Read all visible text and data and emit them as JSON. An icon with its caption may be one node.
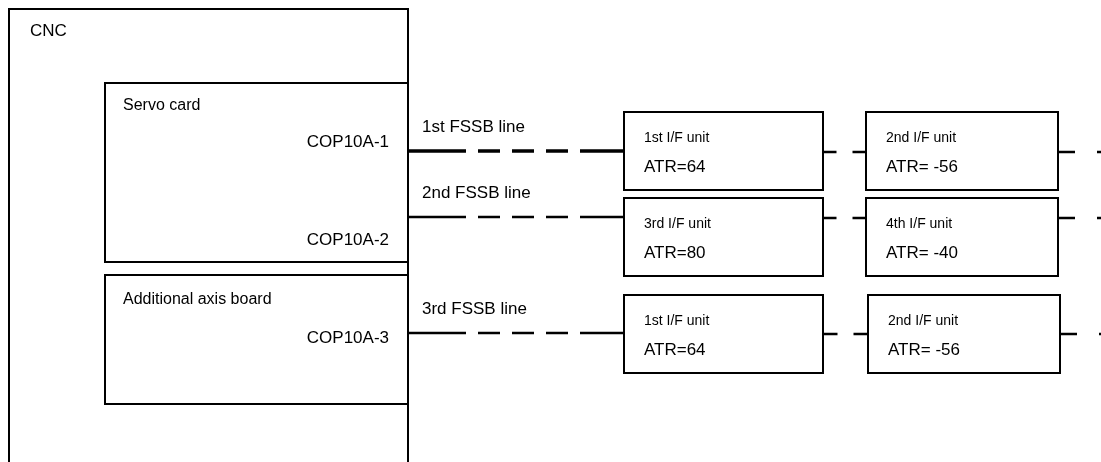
{
  "diagram": {
    "nodes": [
      {
        "text": [
          "CNC"
        ]
      },
      {
        "text": [
          "Servo card",
          "COP10A-1",
          "COP10A-2"
        ],
        "in": 0
      },
      {
        "text": [
          "Additional axis board",
          "COP10A-3"
        ],
        "in": 0
      },
      {
        "text": [
          "1st I/F unit",
          "ATR=64"
        ]
      },
      {
        "text": [
          "2nd I/F unit",
          "ATR= -56"
        ]
      },
      {
        "text": [
          "3rd I/F unit",
          "ATR=80"
        ]
      },
      {
        "text": [
          "4th I/F unit",
          "ATR= -40"
        ]
      },
      {
        "text": [
          "1st I/F unit",
          "ATR=64"
        ]
      },
      {
        "text": [
          "2nd I/F unit",
          "ATR= -56"
        ]
      }
    ],
    "edges": [
      {
        "from": 1,
        "to": 3,
        "arrow": "none",
        "label": "1st FSSB line",
        "style": "dashed"
      },
      {
        "from": 1,
        "to": 5,
        "arrow": "none",
        "label": "2nd FSSB line",
        "style": "dashed"
      },
      {
        "from": 2,
        "to": 7,
        "arrow": "none",
        "label": "3rd FSSB line",
        "style": "dashed"
      },
      {
        "from": 3,
        "to": 4,
        "arrow": "none",
        "style": "dashed"
      },
      {
        "from": 4,
        "to": null,
        "arrow": "none",
        "style": "dashed"
      },
      {
        "from": 5,
        "to": 6,
        "arrow": "none",
        "style": "dashed"
      },
      {
        "from": 6,
        "to": null,
        "arrow": "none",
        "style": "dashed"
      },
      {
        "from": 7,
        "to": 8,
        "arrow": "none",
        "style": "dashed"
      },
      {
        "from": 8,
        "to": null,
        "arrow": "none",
        "style": "dashed"
      }
    ]
  }
}
